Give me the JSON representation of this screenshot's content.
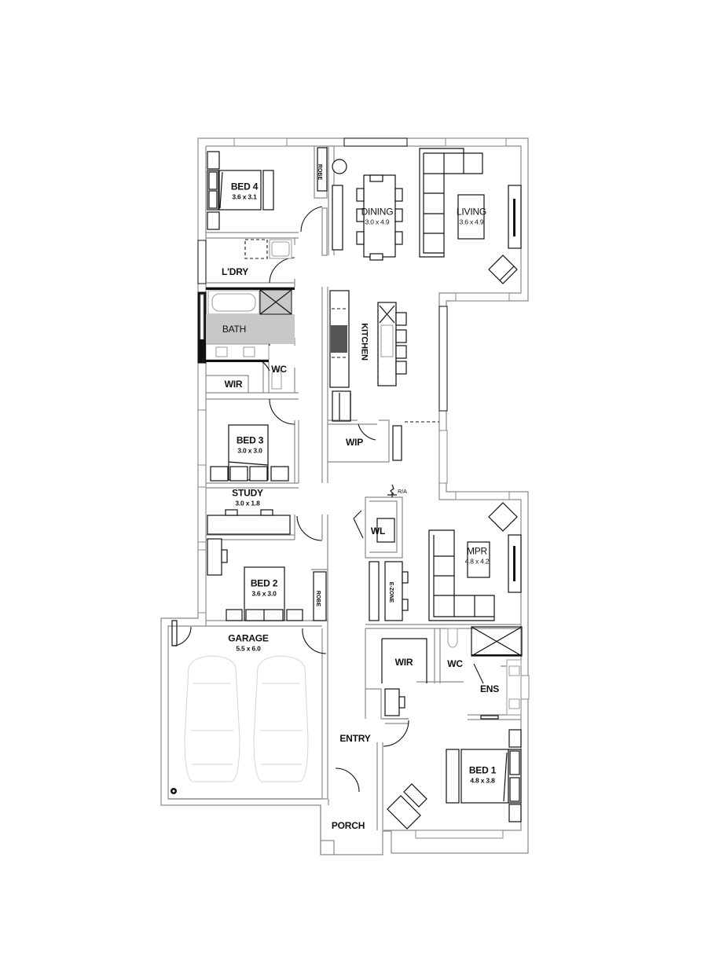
{
  "plan": {
    "title": "Single-storey house floor plan",
    "background": "#ffffff",
    "colors": {
      "wall": "#8a8a8a",
      "furniture": "#111111",
      "bath_highlight": "#c8c8c8",
      "car_outline": "#d4d4d4"
    }
  },
  "rooms": {
    "bed4": {
      "name": "BED 4",
      "dim": "3.6 x 3.1"
    },
    "robe_top": {
      "name": "ROBE"
    },
    "dining": {
      "name": "DINING",
      "dim": "3.0 x 4.9"
    },
    "living": {
      "name": "LIVING",
      "dim": "3.6 x 4.9"
    },
    "laundry": {
      "name": "L'DRY"
    },
    "bath": {
      "name": "BATH"
    },
    "kitchen": {
      "name": "KITCHEN"
    },
    "wc_left": {
      "name": "WC"
    },
    "wir_left": {
      "name": "WIR"
    },
    "wip": {
      "name": "WIP"
    },
    "bed3": {
      "name": "BED 3",
      "dim": "3.0 x 3.0"
    },
    "study": {
      "name": "STUDY",
      "dim": "3.0 x 1.8"
    },
    "ra": {
      "name": "R/A"
    },
    "wl": {
      "name": "WL"
    },
    "mpr": {
      "name": "MPR",
      "dim": "4.8 x 4.2"
    },
    "bed2": {
      "name": "BED 2",
      "dim": "3.6 x 3.0"
    },
    "robe_mid": {
      "name": "ROBE"
    },
    "ezone": {
      "name": "E-ZONE"
    },
    "garage": {
      "name": "GARAGE",
      "dim": "5.5 x 6.0"
    },
    "wir_right": {
      "name": "WIR"
    },
    "wc_right": {
      "name": "WC"
    },
    "ens": {
      "name": "ENS"
    },
    "entry": {
      "name": "ENTRY"
    },
    "bed1": {
      "name": "BED 1",
      "dim": "4.8 x 3.8"
    },
    "porch": {
      "name": "PORCH"
    }
  }
}
